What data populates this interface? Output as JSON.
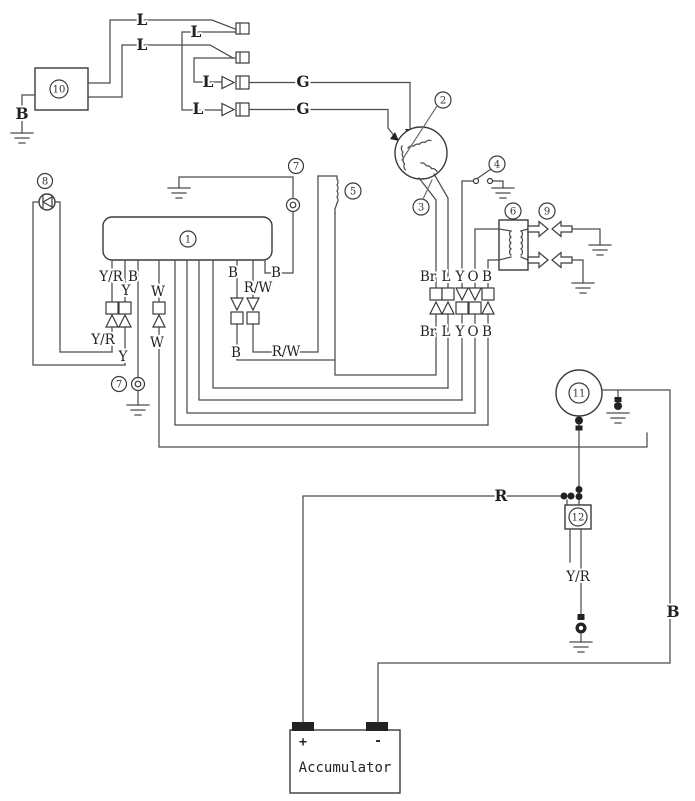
{
  "diagram_type": "wiring-diagram",
  "callouts": {
    "n1": "1",
    "n2": "2",
    "n3": "3",
    "n4": "4",
    "n5": "5",
    "n6": "6",
    "n7_top": "7",
    "n7_left": "7",
    "n8": "8",
    "n9": "9",
    "n10": "10",
    "n11": "11",
    "n12": "12"
  },
  "labels": {
    "lamp_wire_1": "L",
    "lamp_wire_2": "L",
    "lamp_wire_3": "L",
    "lamp_wire_4": "L",
    "lamp_wire_5": "L",
    "gen_wire_1": "G",
    "gen_wire_2": "G",
    "box10_ground": "B",
    "cdi_yr_top": "Y/R",
    "cdi_y_top": "Y",
    "cdi_b_left": "B",
    "cdi_w_top": "W",
    "cdi_b_right": "B",
    "cdi_rw_top": "R/W",
    "cdi_b_far": "B",
    "cdi_yr_bot": "Y/R",
    "cdi_y_bot": "Y",
    "cdi_w_bot": "W",
    "cdi_b_bot": "B",
    "cdi_rw_bot": "R/W",
    "mag_br_top": "Br",
    "mag_l_top": "L",
    "mag_y_top": "Y",
    "mag_o_top": "O",
    "mag_b_top": "B",
    "mag_br_bot": "Br",
    "mag_l_bot": "L",
    "mag_y_bot": "Y",
    "mag_o_bot": "O",
    "mag_b_bot": "B",
    "battery_r": "R",
    "battery_b": "B",
    "relay_yr": "Y/R"
  },
  "accumulator": {
    "name": "Accumulator",
    "plus": "+",
    "minus": "-"
  }
}
